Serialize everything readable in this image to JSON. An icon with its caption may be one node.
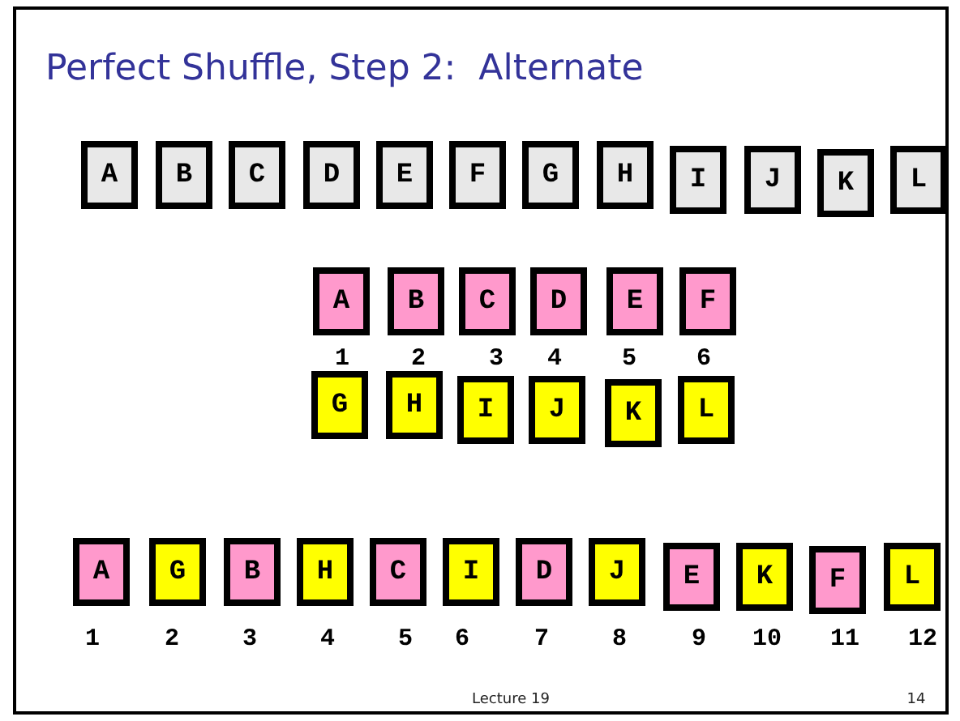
{
  "diagram": {
    "title": "Perfect Shuffle, Step 2:  Alternate",
    "nodes": [
      {
        "text": [
          "A"
        ]
      },
      {
        "text": [
          "B"
        ]
      },
      {
        "text": [
          "C"
        ]
      },
      {
        "text": [
          "D"
        ]
      },
      {
        "text": [
          "E"
        ]
      },
      {
        "text": [
          "F"
        ]
      },
      {
        "text": [
          "G"
        ]
      },
      {
        "text": [
          "H"
        ]
      },
      {
        "text": [
          "I"
        ]
      },
      {
        "text": [
          "J"
        ]
      },
      {
        "text": [
          "K"
        ]
      },
      {
        "text": [
          "L"
        ]
      },
      {
        "text": [
          "A"
        ]
      },
      {
        "text": [
          "B"
        ]
      },
      {
        "text": [
          "C"
        ]
      },
      {
        "text": [
          "D"
        ]
      },
      {
        "text": [
          "E"
        ]
      },
      {
        "text": [
          "F"
        ]
      },
      {
        "text": [
          "G"
        ]
      },
      {
        "text": [
          "H"
        ]
      },
      {
        "text": [
          "I"
        ]
      },
      {
        "text": [
          "J"
        ]
      },
      {
        "text": [
          "K"
        ]
      },
      {
        "text": [
          "L"
        ]
      },
      {
        "text": [
          "A"
        ]
      },
      {
        "text": [
          "G"
        ]
      },
      {
        "text": [
          "B"
        ]
      },
      {
        "text": [
          "H"
        ]
      },
      {
        "text": [
          "C"
        ]
      },
      {
        "text": [
          "I"
        ]
      },
      {
        "text": [
          "D"
        ]
      },
      {
        "text": [
          "J"
        ]
      },
      {
        "text": [
          "E"
        ]
      },
      {
        "text": [
          "K"
        ]
      },
      {
        "text": [
          "F"
        ]
      },
      {
        "text": [
          "L"
        ]
      }
    ],
    "edges": [],
    "labels": [
      "1",
      "2",
      "3",
      "4",
      "5",
      "6",
      "1",
      "2",
      "3",
      "4",
      "5",
      "6",
      "7",
      "8",
      "9",
      "10",
      "11",
      "12",
      "Lecture 19",
      "14"
    ]
  }
}
